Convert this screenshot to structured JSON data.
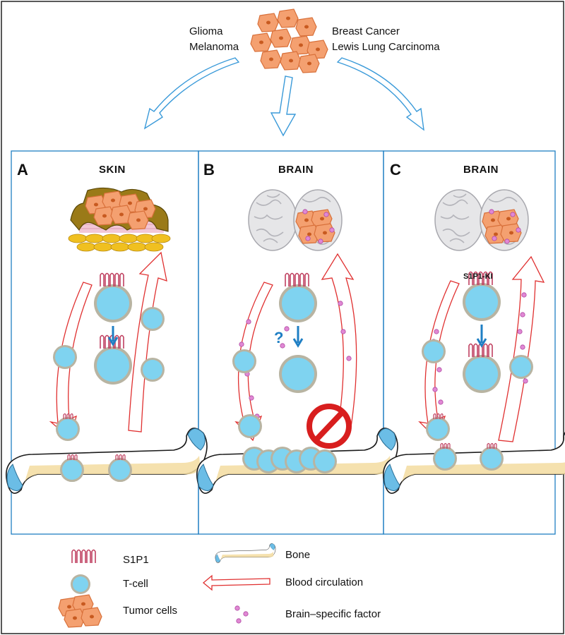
{
  "tumor_types": {
    "left": [
      "Glioma",
      "Melanoma"
    ],
    "right": [
      "Breast Cancer",
      "Lewis Lung Carcinoma"
    ]
  },
  "panels": [
    {
      "letter": "A",
      "title": "SKIN"
    },
    {
      "letter": "B",
      "title": "BRAIN",
      "question_mark": "?"
    },
    {
      "letter": "C",
      "title": "BRAIN",
      "receptor_label": "S1P1-KI"
    }
  ],
  "legend": {
    "s1p1": "S1P1",
    "tcell": "T-cell",
    "tumor": "Tumor cells",
    "bone": "Bone",
    "blood": "Blood circulation",
    "factor": "Brain–specific factor"
  },
  "colors": {
    "frame": "#1f7fc4",
    "flow_arrow": "#3a9ad9",
    "tcell": "#7fd3f0",
    "tcell_ring": "#b8b4a2",
    "receptor": "#c04060",
    "tumor": "#f4a070",
    "tumor_edge": "#d8703a",
    "brain": "#e6e6e8",
    "circulation": "#e03030",
    "factor": "#d873c8",
    "prohibit": "#d81e1e",
    "bone_marrow": "#f3dca0",
    "bone_cap": "#6bbde6",
    "fat": "#f0c020",
    "skin_crust": "#9a7a18"
  }
}
